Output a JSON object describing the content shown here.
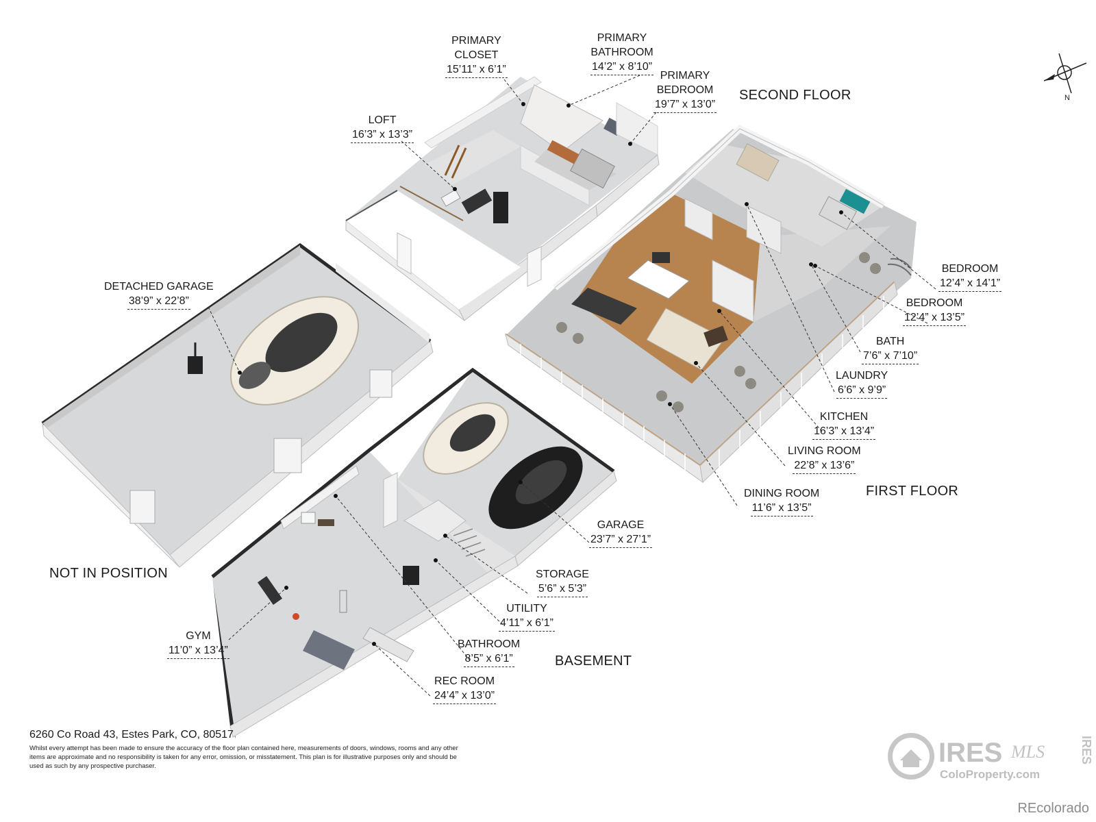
{
  "floors": {
    "second": "SECOND FLOOR",
    "first": "FIRST FLOOR",
    "basement": "BASEMENT",
    "detached": "NOT IN POSITION"
  },
  "rooms": {
    "primary_closet": {
      "name": "PRIMARY\nCLOSET",
      "dim": "15’11” x 6’1”"
    },
    "primary_bathroom": {
      "name": "PRIMARY\nBATHROOM",
      "dim": "14’2” x 8’10”"
    },
    "primary_bedroom": {
      "name": "PRIMARY\nBEDROOM",
      "dim": "19’7” x 13’0”"
    },
    "loft": {
      "name": "LOFT",
      "dim": "16’3” x 13’3”"
    },
    "detached_garage": {
      "name": "DETACHED GARAGE",
      "dim": "38’9” x 22’8”"
    },
    "bedroom_1": {
      "name": "BEDROOM",
      "dim": "12’4” x 14’1”"
    },
    "bedroom_2": {
      "name": "BEDROOM",
      "dim": "12’4” x 13’5”"
    },
    "bath": {
      "name": "BATH",
      "dim": "7’6” x 7’10”"
    },
    "laundry": {
      "name": "LAUNDRY",
      "dim": "6’6” x 9’9”"
    },
    "kitchen": {
      "name": "KITCHEN",
      "dim": "16’3” x 13’4”"
    },
    "living_room": {
      "name": "LIVING ROOM",
      "dim": "22’8” x 13’6”"
    },
    "dining_room": {
      "name": "DINING ROOM",
      "dim": "11’6” x 13’5”"
    },
    "garage": {
      "name": "GARAGE",
      "dim": "23’7” x 27’1”"
    },
    "storage": {
      "name": "STORAGE",
      "dim": "5’6” x 5’3”"
    },
    "utility": {
      "name": "UTILITY",
      "dim": "4’11” x 6’1”"
    },
    "bathroom": {
      "name": "BATHROOM",
      "dim": "8’5” x 6’1”"
    },
    "gym": {
      "name": "GYM",
      "dim": "11’0” x 13’4”"
    },
    "rec_room": {
      "name": "REC ROOM",
      "dim": "24’4” x 13’0”"
    }
  },
  "address": "6260 Co Road 43, Estes Park, CO, 80517",
  "disclaimer": "Whilst every attempt has been made to ensure the accuracy of the floor plan contained here, measurements of doors, windows, rooms and any other items are approximate and no responsibility is taken for any error, omission, or misstatement. This plan is for illustrative purposes only and should be used as such by any prospective purchaser.",
  "compass_label": "N",
  "logo": {
    "main": "IRES",
    "script": "MLS",
    "sub": "ColoProperty.com",
    "side": "IRES"
  },
  "brand": "REcolorado",
  "colors": {
    "floor": "#d9dadc",
    "wall": "#f4f4f4",
    "wall_dark": "#2a2a2a",
    "wood": "#b7844f",
    "deck": "#c9cacc",
    "railing": "#c8925a"
  }
}
